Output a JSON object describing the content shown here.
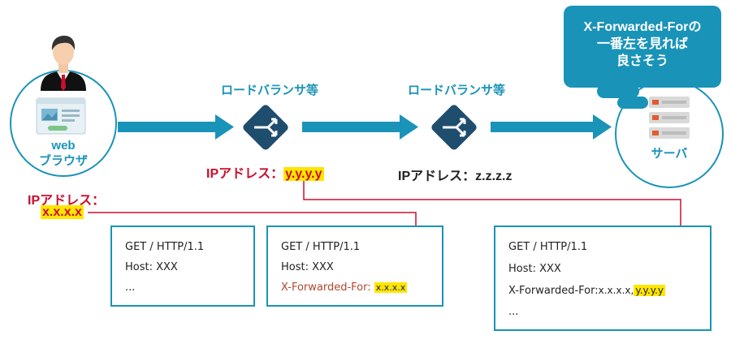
{
  "browser": {
    "label_line1": "web",
    "label_line2": "ブラウザ",
    "ip_label": "IPアドレス：",
    "ip_value": "x.x.x.x"
  },
  "lb1": {
    "title": "ロードバランサ等",
    "ip_label": "IPアドレス：",
    "ip_value": "y.y.y.y"
  },
  "lb2": {
    "title": "ロードバランサ等",
    "ip_text": "IPアドレス：z.z.z.z"
  },
  "server": {
    "label": "サーバ",
    "callout": [
      "X-Forwarded-Forの",
      "一番左を見れば",
      "良さそう"
    ]
  },
  "request1": [
    "GET / HTTP/1.1",
    "Host: XXX",
    "..."
  ],
  "request2": {
    "line1": "GET / HTTP/1.1",
    "line2": "Host: XXX",
    "xff_key": "X-Forwarded-For:",
    "xff_value": "x.x.x.x"
  },
  "request3": {
    "line1": "GET / HTTP/1.1",
    "line2": "Host: XXX",
    "xff_key": "X-Forwarded-For:",
    "xff_value_plain": "x.x.x.x,",
    "xff_value_highlight": "y.y.y.y",
    "line4": "..."
  },
  "colors": {
    "accent": "#1a93b8",
    "lb_fill": "#1f4d6e",
    "red": "#c8102e",
    "highlight": "#ffe600"
  },
  "icons": [
    "user-icon",
    "browser-window-icon",
    "load-balancer-icon",
    "server-rack-icon"
  ]
}
